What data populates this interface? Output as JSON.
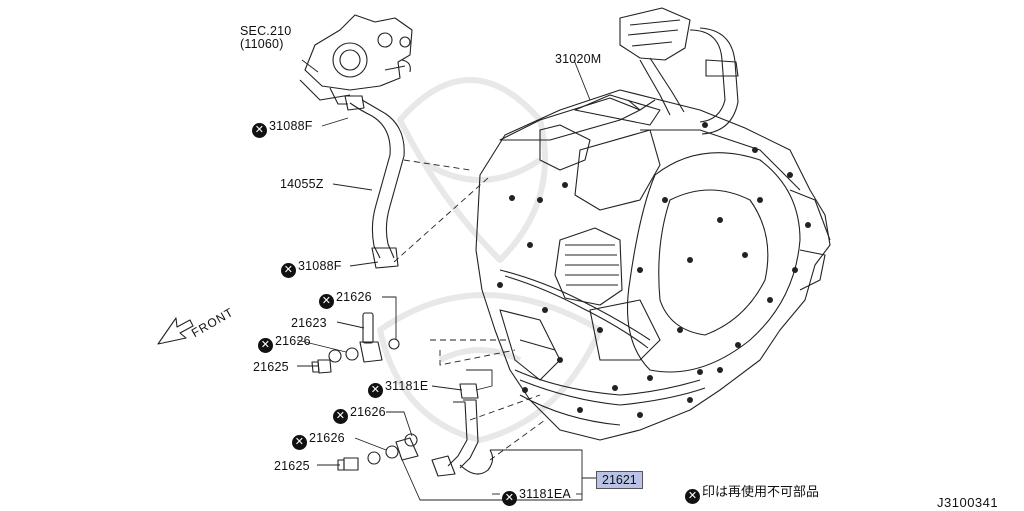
{
  "labels": {
    "sec_210": "SEC.210",
    "sec_sub": "(11060)",
    "p31020m": "31020M",
    "p31088f_top": "31088F",
    "p14055z": "14055Z",
    "p31088f_bottom": "31088F",
    "p21626_a": "21626",
    "p21623": "21623",
    "p21626_b": "21626",
    "p21625_a": "21625",
    "p31181e": "31181E",
    "p21626_c": "21626",
    "p21626_d": "21626",
    "p21625_b": "21625",
    "p31181ea": "31181EA",
    "p21621": "21621"
  },
  "front_label": "FRONT",
  "not_reusable_symbol": "✕",
  "note": "印は再使用不可部品",
  "diagram_code": "J3100341",
  "colors": {
    "highlight": "#b9c3e8",
    "line": "#222222"
  }
}
